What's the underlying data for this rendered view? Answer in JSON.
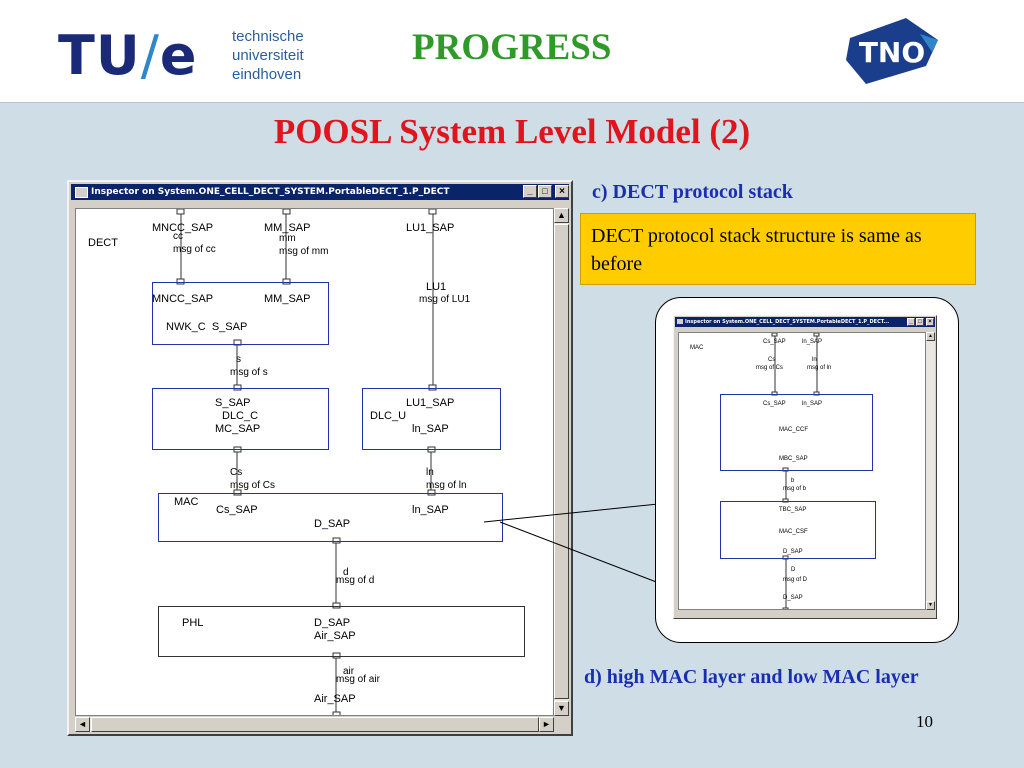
{
  "header": {
    "logo_tu": "TU",
    "logo_slash": "/",
    "logo_e": "e",
    "tue_line1": "technische",
    "tue_line2": "universiteit",
    "tue_line3": "eindhoven",
    "progress": "PROGRESS",
    "tno_logo": "TNO"
  },
  "slide": {
    "title": "POOSL System Level Model (2)",
    "sub_c": "c) DECT protocol stack",
    "note": "DECT protocol stack structure is same as before",
    "sub_d": "d) high MAC layer and low MAC layer",
    "page": "10"
  },
  "colors": {
    "title": "#e0141c",
    "progress": "#2f9a2a",
    "subheading": "#1a2fb0",
    "note_bg": "#ffcc00",
    "box_border": "#2233a8"
  },
  "main_window": {
    "title": "Inspector on System.ONE_CELL_DECT_SYSTEM.PortableDECT_1.P_DECT",
    "buttons": {
      "minimize": "_",
      "maximize": "□",
      "close": "×"
    },
    "scroll": {
      "up": "▲",
      "down": "▼",
      "left": "◄",
      "right": "►"
    },
    "labels": {
      "dect": "DECT",
      "mncc_sap_top": "MNCC_SAP",
      "cc": "cc",
      "msg_cc": "msg of cc",
      "mm_sap_top": "MM_SAP",
      "mm": "mm",
      "msg_mm": "msg of mm",
      "lu1_sap_top": "LU1_SAP",
      "lu1": "LU1",
      "msg_lu1": "msg of LU1",
      "nwk_mncc": "MNCC_SAP",
      "nwk_mm": "MM_SAP",
      "nwk_name": "NWK_C  S_SAP",
      "s": "s",
      "msg_s": "msg of s",
      "dlcc_ssap": "S_SAP",
      "dlcc_name": "DLC_C",
      "dlcc_mcsap": "MC_SAP",
      "dlcu_lu1": "LU1_SAP",
      "dlcu_name": "DLC_U",
      "dlcu_ln": "ln_SAP",
      "cs": "Cs",
      "msg_cs": "msg of Cs",
      "ln": "ln",
      "msg_ln": "msg of ln",
      "mac_name": "MAC",
      "mac_cs": "Cs_SAP",
      "mac_ln": "ln_SAP",
      "mac_d": "D_SAP",
      "d": "d",
      "msg_d": "msg of d",
      "phl_name": "PHL",
      "phl_d": "D_SAP",
      "phl_air": "Air_SAP",
      "air": "air",
      "msg_air": "msg of air",
      "air_sap_bottom": "Air_SAP"
    }
  },
  "zoom_window": {
    "title": "Inspector on System.ONE_CELL_DECT_SYSTEM.PortableDECT_1.P_DECT...",
    "labels": {
      "mac": "MAC",
      "cs_sap_top": "Cs_SAP",
      "ln_sap_top": "ln_SAP",
      "cs": "Cs",
      "msg_cs": "msg of Cs",
      "ln": "ln",
      "msg_ln": "msg of ln",
      "ccf_cs": "Cs_SAP",
      "ccf_ln": "ln_SAP",
      "ccf_name": "MAC_CCF",
      "ccf_mbc": "MBC_SAP",
      "b": "b",
      "msg_b": "msg of b",
      "csf_tbc": "TBC_SAP",
      "csf_name": "MAC_CSF",
      "csf_d": "D_SAP",
      "d": "D",
      "msg_d": "msg of D",
      "d_sap_bottom": "D_SAP"
    }
  }
}
